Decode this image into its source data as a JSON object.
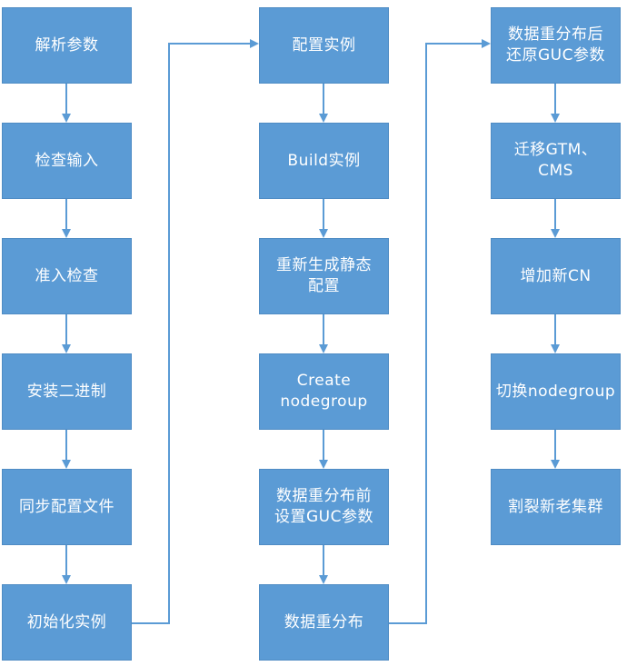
{
  "columns": [
    {
      "steps": [
        "解析参数",
        "检查输入",
        "准入检查",
        "安装二进制",
        "同步配置文件",
        "初始化实例"
      ]
    },
    {
      "steps": [
        "配置实例",
        "Build实例",
        "重新生成静态\n配置",
        "Create\nnodegroup",
        "数据重分布前\n设置GUC参数",
        "数据重分布"
      ]
    },
    {
      "steps": [
        "数据重分布后\n还原GUC参数",
        "迁移GTM、\nCMS",
        "增加新CN",
        "切换nodegroup",
        "割裂新老集群"
      ]
    }
  ],
  "colors": {
    "box_fill": "#5b9bd5",
    "box_text": "#ffffff",
    "connector": "#5b9bd5"
  }
}
